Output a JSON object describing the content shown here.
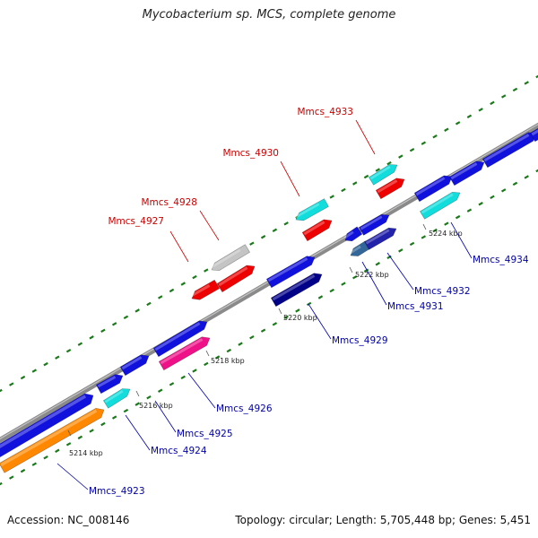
{
  "title": "Mycobacterium sp. MCS, complete genome",
  "footer": {
    "accession": "Accession: NC_008146",
    "summary": "Topology: circular; Length: 5,705,448 bp; Genes: 5,451"
  },
  "colors": {
    "top_label": "#cc0000",
    "bottom_label": "#0000aa",
    "backbone": "#8c8c8c",
    "dot": "#1a7a1a"
  },
  "ticks": [
    {
      "label": "5214 kbp"
    },
    {
      "label": "5216 kbp"
    },
    {
      "label": "5218 kbp"
    },
    {
      "label": "5220 kbp"
    },
    {
      "label": "5222 kbp"
    },
    {
      "label": "5224 kbp"
    }
  ],
  "labels_top": [
    {
      "text": "Mmcs_4927"
    },
    {
      "text": "Mmcs_4928"
    },
    {
      "text": "Mmcs_4930"
    },
    {
      "text": "Mmcs_4933"
    }
  ],
  "labels_bottom": [
    {
      "text": "Mmcs_4923"
    },
    {
      "text": "Mmcs_4924"
    },
    {
      "text": "Mmcs_4925"
    },
    {
      "text": "Mmcs_4926"
    },
    {
      "text": "Mmcs_4929"
    },
    {
      "text": "Mmcs_4931"
    },
    {
      "text": "Mmcs_4932"
    },
    {
      "text": "Mmcs_4934"
    }
  ]
}
